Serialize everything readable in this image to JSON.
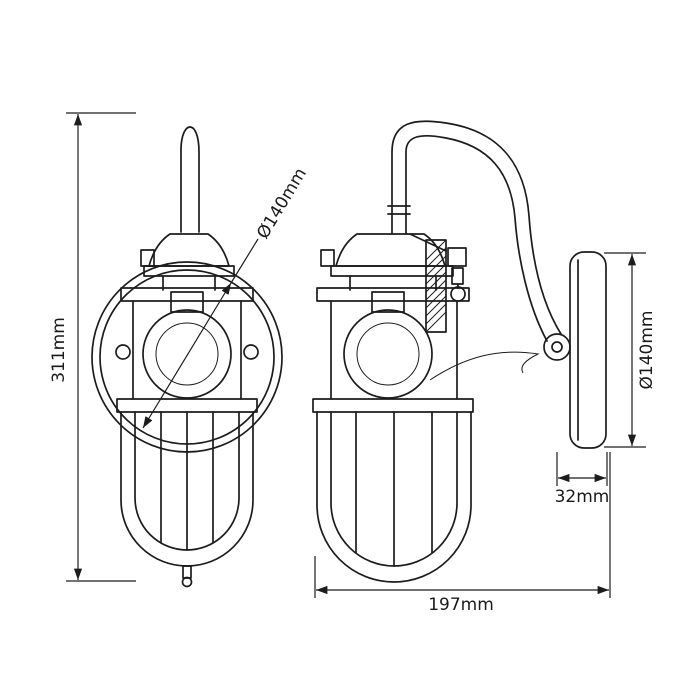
{
  "drawing": {
    "labels": {
      "overall_height": "311mm",
      "cage_diameter": "Ø140mm",
      "backplate_diameter": "Ø140mm",
      "backplate_depth": "32mm",
      "projection": "197mm"
    },
    "colors": {
      "line": "#1c1c1c",
      "background": "#ffffff"
    }
  }
}
